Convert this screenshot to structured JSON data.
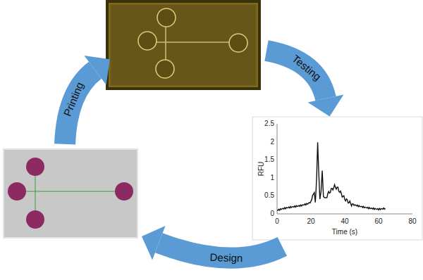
{
  "diagram": {
    "nodes": [
      {
        "text": [
          "Printing"
        ]
      },
      {
        "text": [
          "Testing"
        ]
      },
      {
        "text": [
          "Design"
        ]
      }
    ],
    "labels": [
      "2.5",
      "2",
      "1.5",
      "1",
      "0.5",
      "0",
      "0",
      "20",
      "40",
      "60",
      "80",
      "RFU",
      "Time (s)"
    ]
  }
}
